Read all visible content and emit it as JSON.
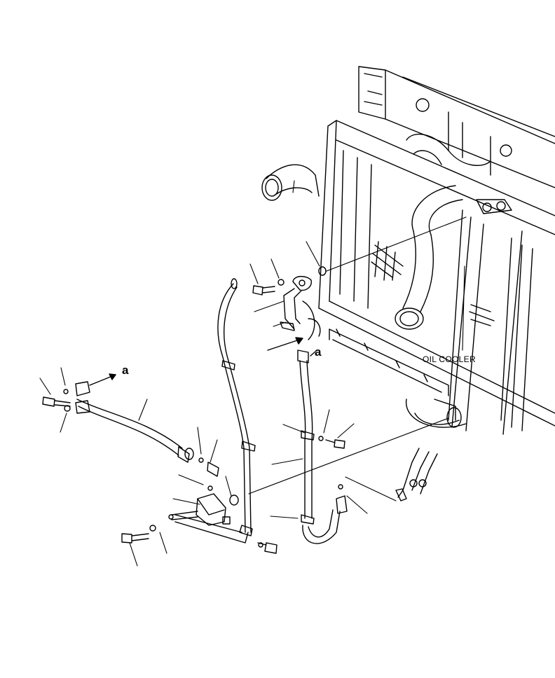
{
  "diagram": {
    "component_label": "OIL COOLER",
    "arrow_marker_1": "a",
    "arrow_marker_2": "a"
  },
  "colors": {
    "line": "#000000",
    "background": "#ffffff"
  }
}
